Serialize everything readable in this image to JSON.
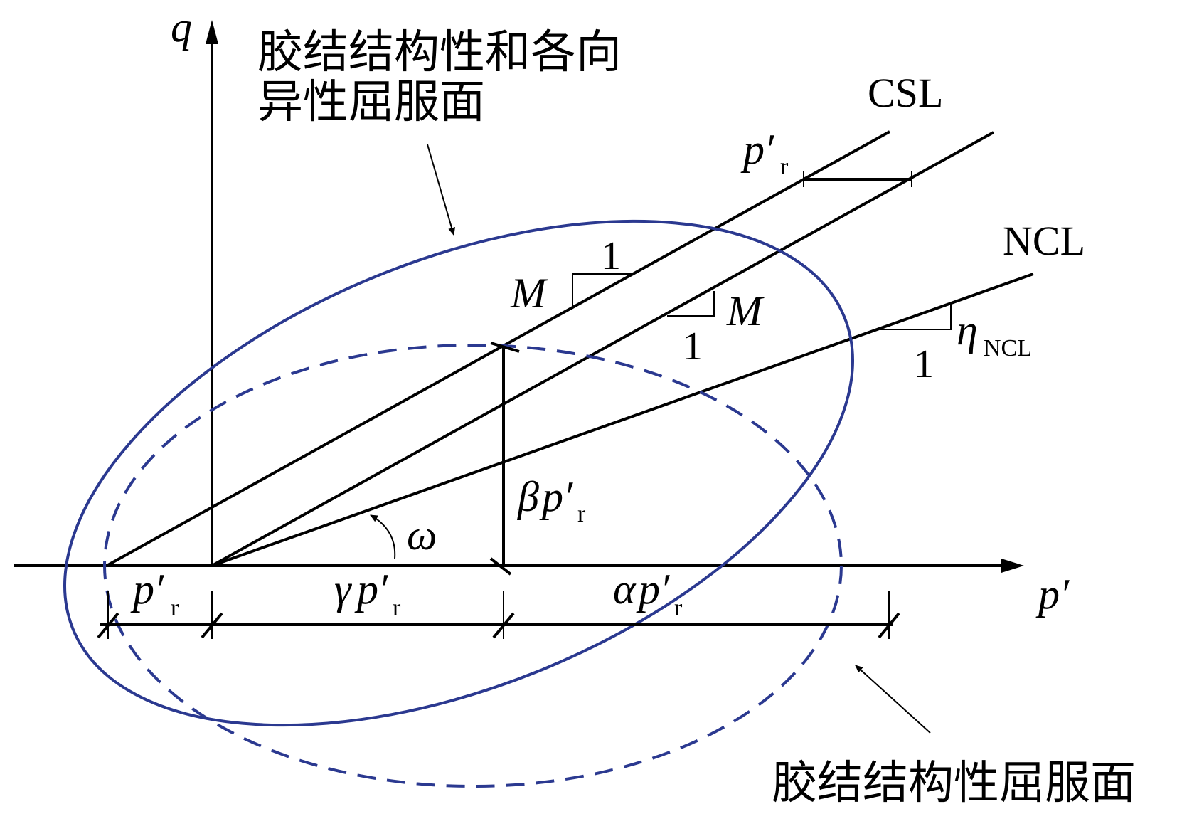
{
  "labels": {
    "q_axis": "q",
    "p_axis": "p′",
    "title_line1": "胶结结构性和各向",
    "title_line2": "异性屈服面",
    "bottom_label": "胶结结构性屈服面",
    "csl": "CSL",
    "ncl": "NCL",
    "M": "M",
    "one": "1",
    "eta": "η",
    "eta_sub": "NCL",
    "omega": "ω",
    "p_prime": "p′",
    "r_sub": "r",
    "beta": "β",
    "gamma": "γ",
    "alpha": "α"
  },
  "colors": {
    "lines": "#000000",
    "yield_surfaces": "#2B3990"
  }
}
